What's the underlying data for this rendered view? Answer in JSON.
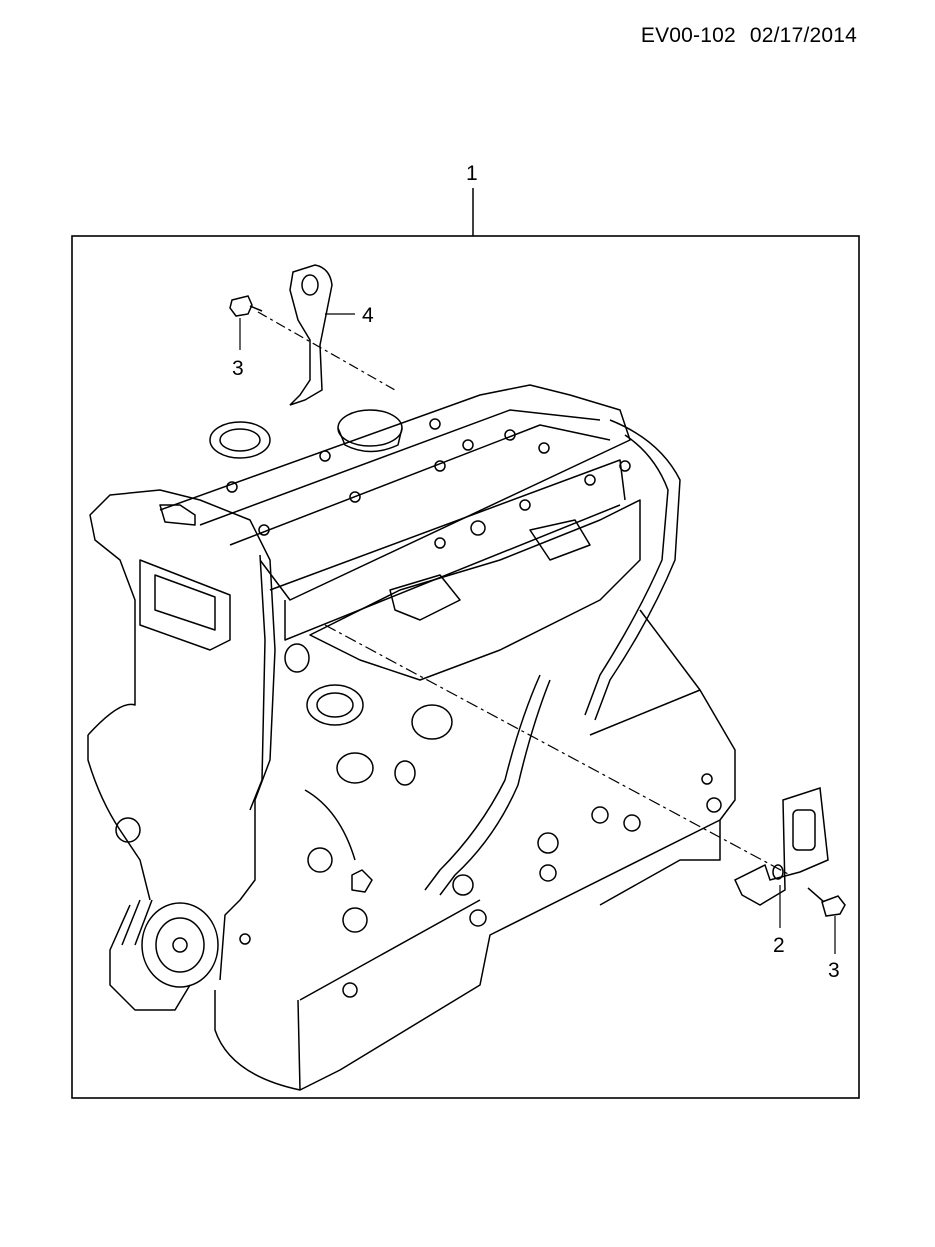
{
  "header": {
    "doc_code": "EV00-102",
    "date": "02/17/2014"
  },
  "callouts": {
    "assembly": "1",
    "bracket_lower": "2",
    "bolt_upper": "3",
    "bolt_lower": "3",
    "bracket_upper": "4"
  },
  "colors": {
    "line": "#000000",
    "background": "#ffffff"
  }
}
